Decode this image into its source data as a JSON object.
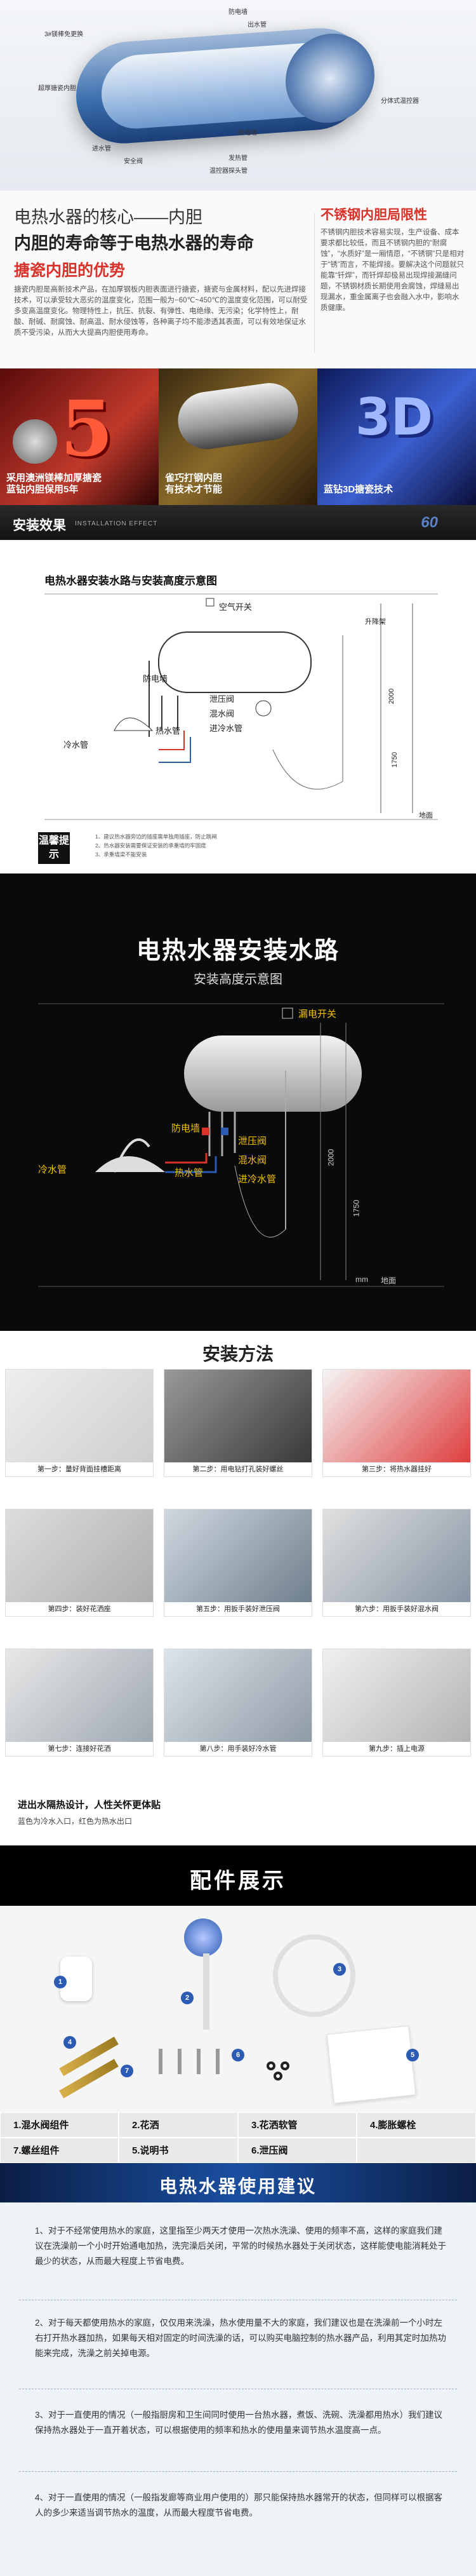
{
  "hero": {
    "labels": [
      "3#镁棒免更换",
      "超厚搪瓷内胆",
      "进水管",
      "安全阀",
      "防电墙",
      "出水管",
      "分体式温控器",
      "防电墙",
      "发热管",
      "温控器探头管"
    ]
  },
  "liner": {
    "title1": "电热水器的核心——内胆",
    "title2": "内胆的寿命等于电热水器的寿命",
    "subtitle": "搪瓷内胆的优势",
    "body": "搪瓷内胆是高新技术产品，在加厚钢板内胆表面进行搪瓷，搪瓷与金属材料，配以先进焊接技术，可以承受较大恶劣的温度变化，范围一般为−60℃~450℃的温度变化范围，可以耐受多变高温度变化。物理特性上，抗压、抗裂、有弹性、电绝缘、无污染；化学特性上，耐酸、耐碱、耐腐蚀、耐高温、耐水侵蚀等，各种离子均不能渗透其表面，可以有效地保证水质不受污染，从而大大提高内胆使用寿命。",
    "right_title": "不锈钢内胆局限性",
    "right_body": "不锈钢内胆技术容易实现，生产设备、成本要求都比较低，而且不锈钢内胆的“耐腐蚀”，“水质好”是一厢情愿，“不锈钢”只是相对于“锈”而言，不能焊接。要解决这个问题就只能靠“钎焊”，而钎焊却极易出现焊接漏缝问题，不锈钢材质长期使用会腐蚀，焊缝易出现漏水，重金属离子也会融入水中，影响水质健康。"
  },
  "banners": [
    {
      "caption": "采用澳洲镁棒加厚搪瓷\n蓝钻内胆保用5年",
      "accent": "#c0392b"
    },
    {
      "caption": "雀巧打钢内胆\n有技术才节能",
      "accent": "#c08a20"
    },
    {
      "caption": "蓝钻3D搪瓷技术",
      "accent": "#3b5fd0"
    }
  ],
  "sx": {
    "title": "安装效果",
    "en": "INSTALLATION EFFECT",
    "num": "60"
  },
  "diag1": {
    "title": "电热水器安装水路与安装高度示意图",
    "labels": {
      "switch": "空气开关",
      "lift": "升降架",
      "wall": "防电墙",
      "pressure": "泄压阀",
      "mix": "混水阀",
      "in": "进冷水管",
      "hot": "热水管",
      "cold": "冷水管",
      "h2000": "2000",
      "h1750": "1750",
      "floor": "地面"
    },
    "badge": "温馨提示",
    "notes": [
      "1、建议热水器旁边的插座需单独用插座，防止跳闸",
      "2、热水器安装需要保证安装的承重墙的牢固度",
      "3、承重墙梁不能安装"
    ]
  },
  "diag2": {
    "title": "电热水器安装水路",
    "sub": "安装高度示意图",
    "labels": {
      "switch": "漏电开关",
      "wall": "防电墙",
      "pressure": "泄压阀",
      "mix": "混水阀",
      "in": "进冷水管",
      "hot": "热水管",
      "cold": "冷水管",
      "h2000": "2000",
      "h1750": "1750",
      "floor": "地面",
      "unit": "mm"
    }
  },
  "install": {
    "title": "安装方法",
    "steps": [
      "第一步：量好背面挂槽距离",
      "第二步：用电钻打孔装好螺丝",
      "第三步：将热水器挂好",
      "第四步：装好花洒座",
      "第五步：用扳手装好泄压阀",
      "第六步：用扳手装好混水阀",
      "第七步：连接好花洒",
      "第八步：用手装好冷水管",
      "第九步：插上电源"
    ]
  },
  "strip": {
    "line1": "进出水隔热设计，人性关怀更体贴",
    "line2": "蓝色为冷水入口，红色为热水出口"
  },
  "parts": {
    "title": "配件展示",
    "items": [
      "1.混水阀组件",
      "2.花洒",
      "3.花洒软管",
      "4.膨胀螺栓",
      "7.螺丝组件",
      "5.说明书",
      "6.泄压阀",
      ""
    ]
  },
  "advice": {
    "title": "电热水器使用建议",
    "items": [
      "1、对于不经常使用热水的家庭，这里指至少两天才使用一次热水洗澡、使用的频率不高，这样的家庭我们建议在洗澡前一个小时开始通电加热，洗完澡后关闭，平常的时候热水器处于关闭状态，这样能使电能消耗处于最少的状态，从而最大程度上节省电费。",
      "2、对于每天都使用热水的家庭，仅仅用来洗澡，热水使用量不大的家庭，我们建议也是在洗澡前一个小时左右打开热水器加热，如果每天相对固定的时间洗澡的话，可以购买电脑控制的热水器产品，利用其定时加热功能来完成，洗澡之前关掉电源。",
      "3、对于一直使用的情况（一般指厨房和卫生间同时使用一台热水器，煮饭、洗碗、洗澡都用热水）我们建议保持热水器处于一直开着状态，可以根据使用的频率和热水的使用量来调节热水温度高一点。",
      "4、对于一直使用的情况（一般指发廊等商业用户使用的）那只能保持热水器常开的状态，但同样可以根据客人的多少来适当调节热水的温度，从而最大程度节省电费。"
    ]
  },
  "colors": {
    "red": "#d8322a",
    "blue": "#2b5bb3",
    "dark": "#0a0a0a"
  }
}
